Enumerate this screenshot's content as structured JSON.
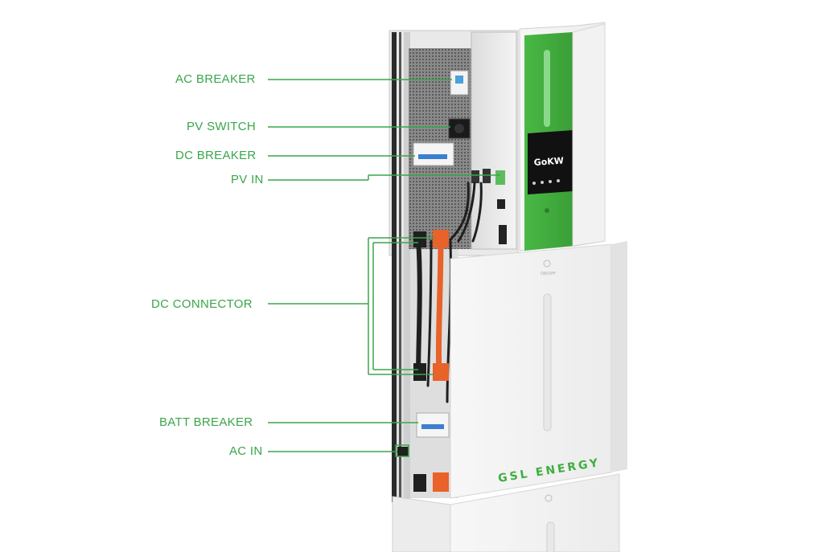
{
  "colors": {
    "accent_green": "#3aa64a",
    "panel_green": "#3fae3f",
    "cabinet_white": "#f1f1f1",
    "dc_cable_orange": "#e8622a",
    "mesh_grey": "#6a6a6a"
  },
  "callouts": [
    {
      "id": "ac-breaker",
      "label": "AC BREAKER"
    },
    {
      "id": "pv-switch",
      "label": "PV SWITCH"
    },
    {
      "id": "dc-breaker",
      "label": "DC BREAKER"
    },
    {
      "id": "pv-in",
      "label": "PV IN"
    },
    {
      "id": "dc-connector",
      "label": "DC CONNECTOR"
    },
    {
      "id": "batt-breaker",
      "label": "BATT BREAKER"
    },
    {
      "id": "ac-in",
      "label": "AC IN"
    }
  ],
  "product": {
    "brand_text": "GSL ENERGY",
    "display_logo": "GoKW",
    "button_label": "ON/OFF"
  },
  "icons": [
    "power-button-icon",
    "status-light-icon"
  ]
}
